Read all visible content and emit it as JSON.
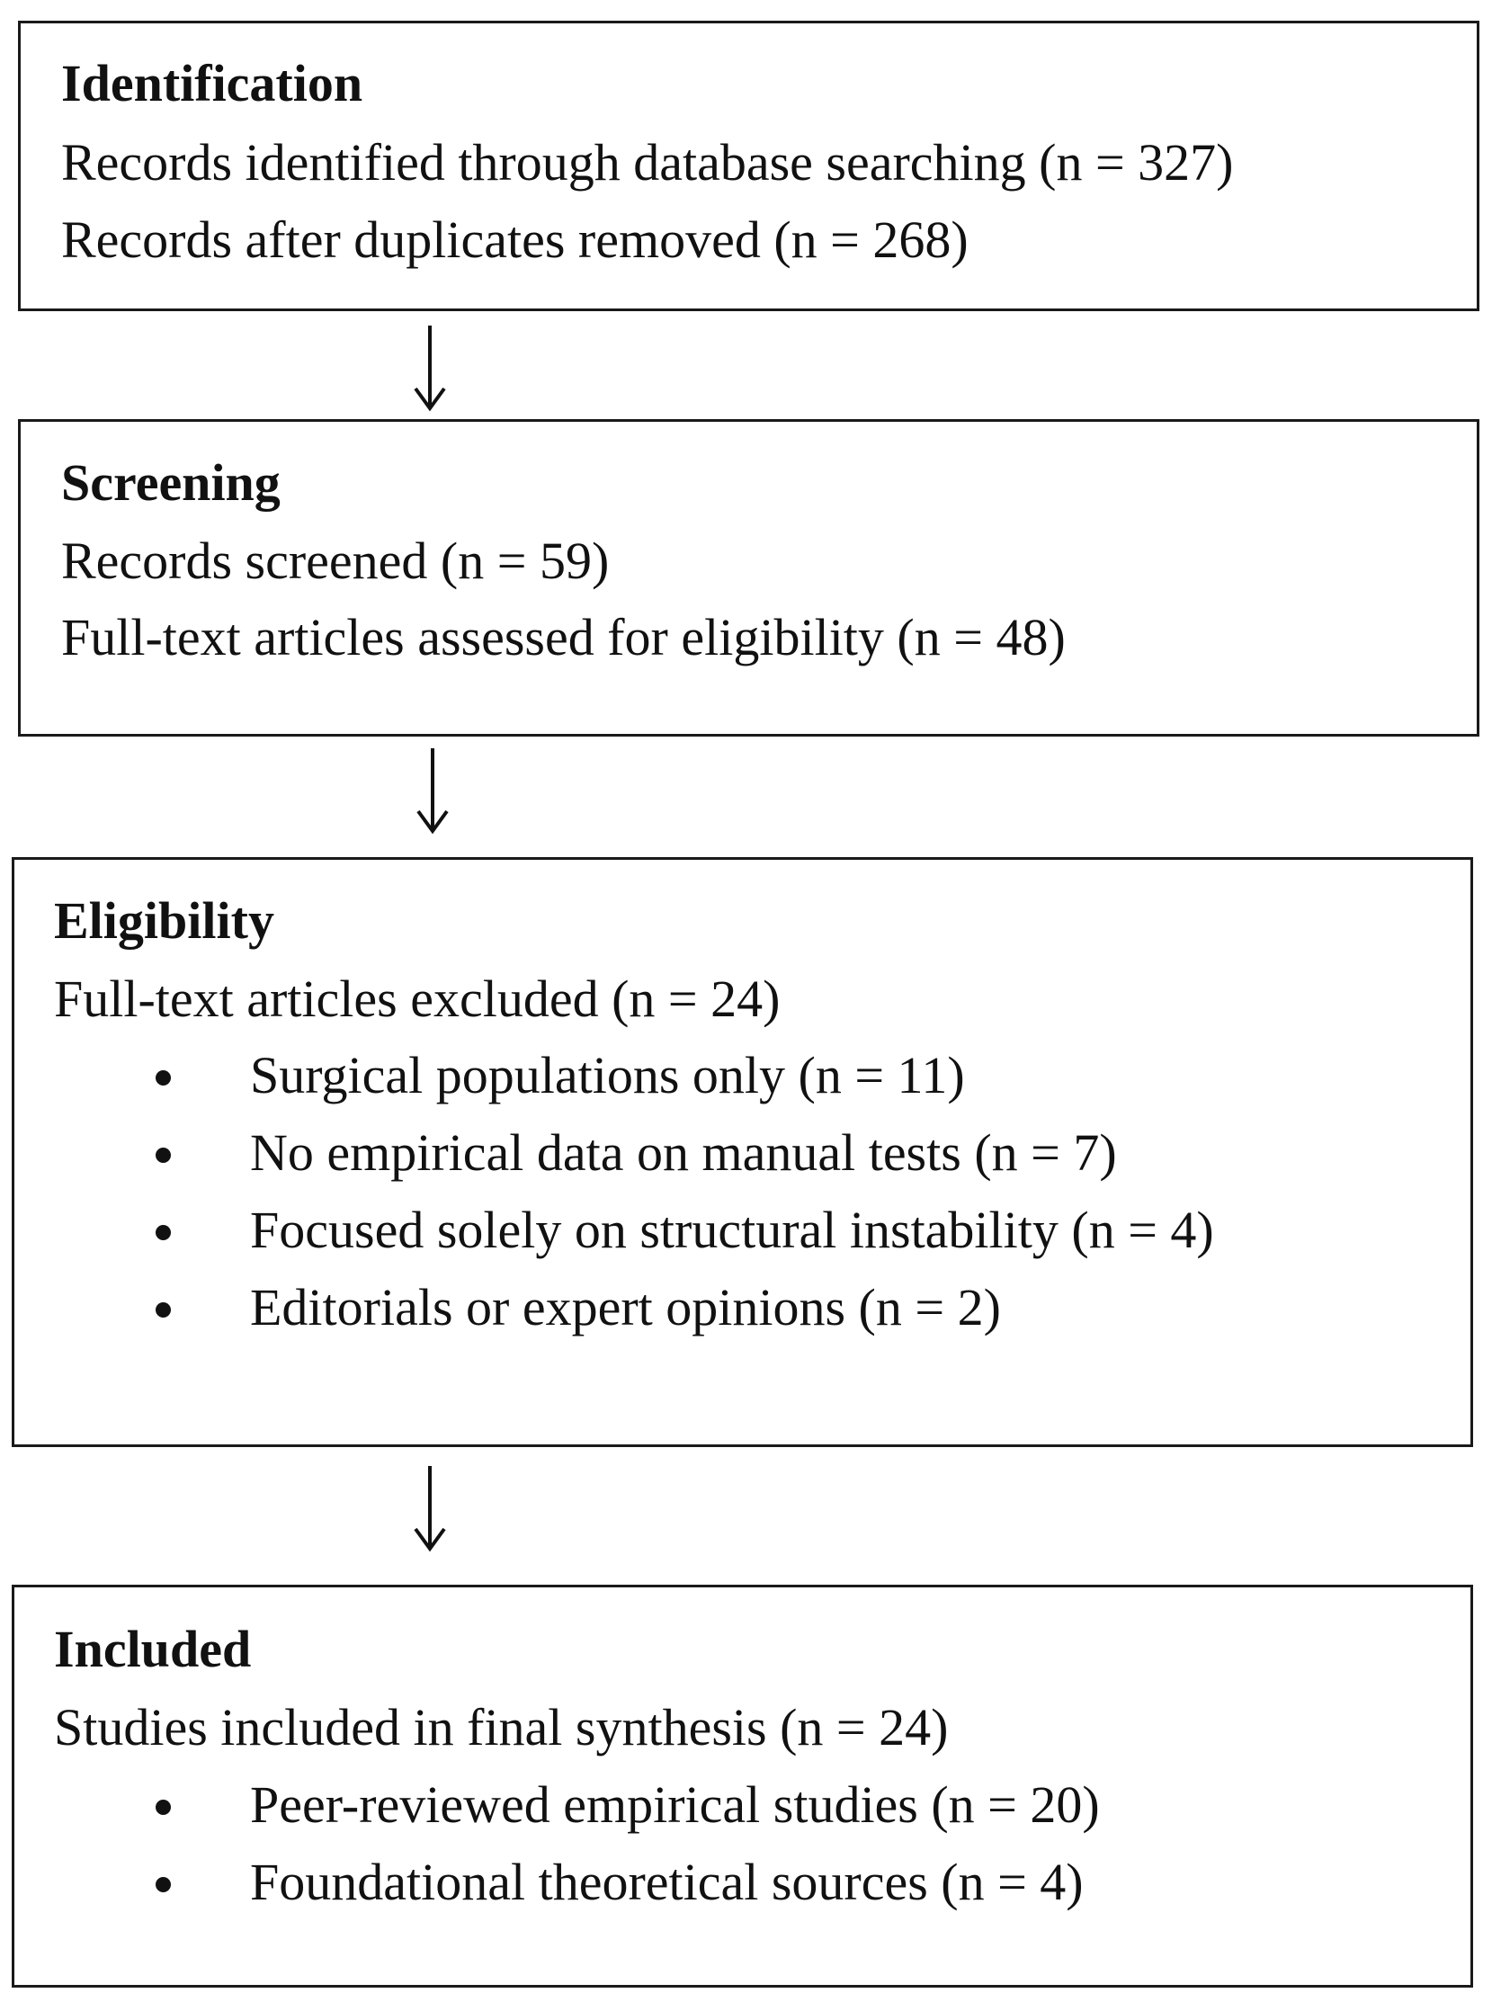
{
  "stages": [
    {
      "heading": "Identification",
      "lines": [
        "Records identified through database searching (n = 327)",
        "Records after duplicates removed (n = 268)"
      ]
    },
    {
      "heading": "Screening",
      "lines": [
        "Records screened (n = 59)",
        "Full-text articles assessed for eligibility (n = 48)"
      ]
    },
    {
      "heading": "Eligibility",
      "lines": [
        "Full-text articles excluded (n = 24)"
      ],
      "bullets": [
        "Surgical populations only (n = 11)",
        "No empirical data on manual tests (n = 7)",
        "Focused solely on structural instability (n = 4)",
        "Editorials or expert opinions (n = 2)"
      ]
    },
    {
      "heading": "Included",
      "lines": [
        "Studies included in final synthesis (n = 24)"
      ],
      "bullets": [
        "Peer-reviewed empirical studies (n = 20)",
        "Foundational theoretical sources (n = 4)"
      ]
    }
  ]
}
